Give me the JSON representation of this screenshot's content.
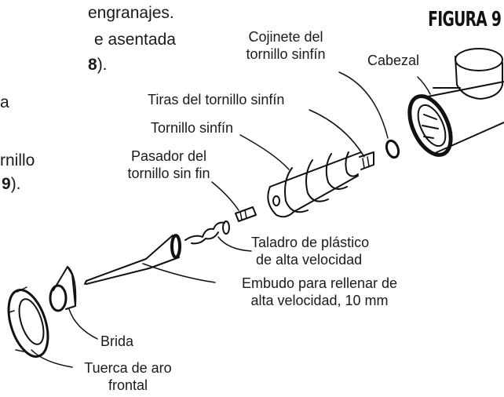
{
  "body_text": {
    "line1": "engranajes.",
    "line2": "e asentada",
    "line3_ref": "8",
    "line3_suffix": ").",
    "line4": "a",
    "line5": "rnillo",
    "line6_ref": "9",
    "line6_suffix": ")."
  },
  "figure": {
    "title": "FIGURA 9",
    "labels": {
      "cojinete_line1": "Cojinete del",
      "cojinete_line2": "tornillo sinfín",
      "cabezal": "Cabezal",
      "tiras": "Tiras del tornillo sinfín",
      "tornillo": "Tornillo sinfín",
      "pasador_line1": "Pasador del",
      "pasador_line2": "tornillo sin fin",
      "taladro_line1": "Taladro de plástico",
      "taladro_line2": "de alta velocidad",
      "embudo_line1": "Embudo para rellenar de",
      "embudo_line2": "alta velocidad, 10 mm",
      "brida": "Brida",
      "tuerca_line1": "Tuerca de aro",
      "tuerca_line2": "frontal"
    }
  }
}
